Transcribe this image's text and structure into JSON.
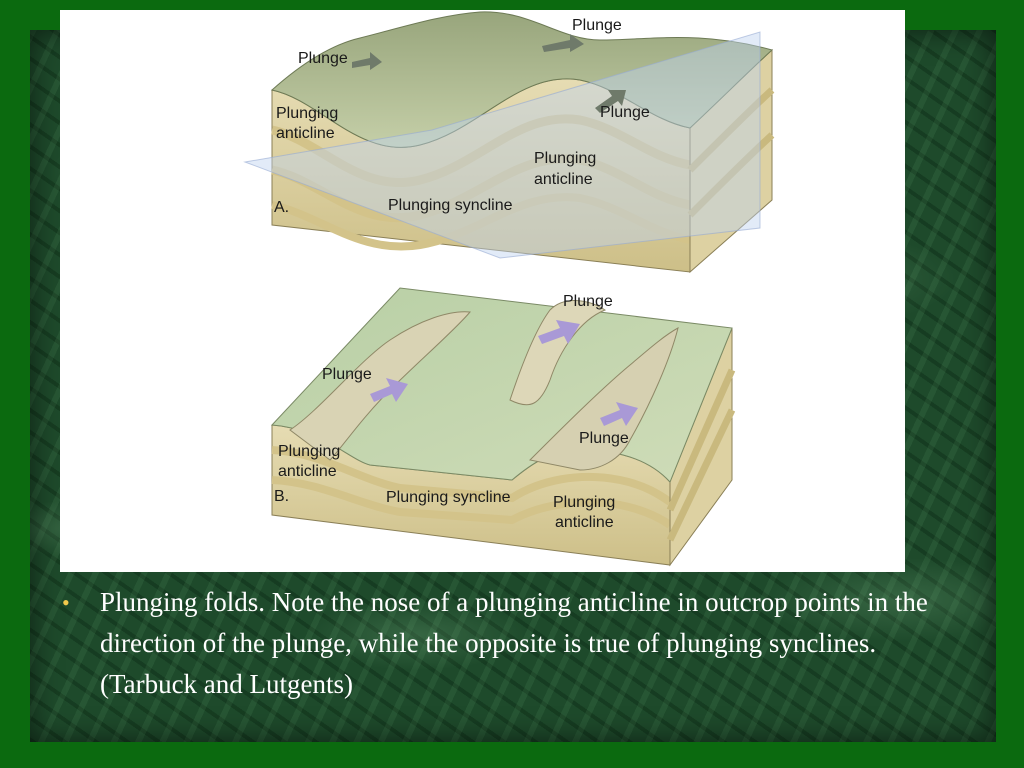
{
  "figure": {
    "panel_a": {
      "id_label": "A.",
      "plunge_labels": [
        "Plunge",
        "Plunge",
        "Plunge"
      ],
      "anticline_left_line1": "Plunging",
      "anticline_left_line2": "anticline",
      "anticline_right_line1": "Plunging",
      "anticline_right_line2": "anticline",
      "syncline": "Plunging syncline"
    },
    "panel_b": {
      "id_label": "B.",
      "plunge_labels": [
        "Plunge",
        "Plunge",
        "Plunge"
      ],
      "anticline_left_line1": "Plunging",
      "anticline_left_line2": "anticline",
      "anticline_right_line1": "Plunging",
      "anticline_right_line2": "anticline",
      "syncline": "Plunging syncline"
    }
  },
  "caption": {
    "bullet": "•",
    "text": "Plunging folds. Note the nose of a plunging anticline in outcrop points in the direction of the plunge, while the opposite is true of plunging synclines. (Tarbuck and Lutgents)"
  },
  "colors": {
    "background": "#0b6a0f",
    "surface_green": "#a9b78d",
    "rock_layer_light": "#efe6c2",
    "rock_layer_dark": "#d6c891",
    "arrow_gray": "#6f7a6a",
    "arrow_purple": "#a999d6",
    "caption_text": "#ffffff"
  }
}
